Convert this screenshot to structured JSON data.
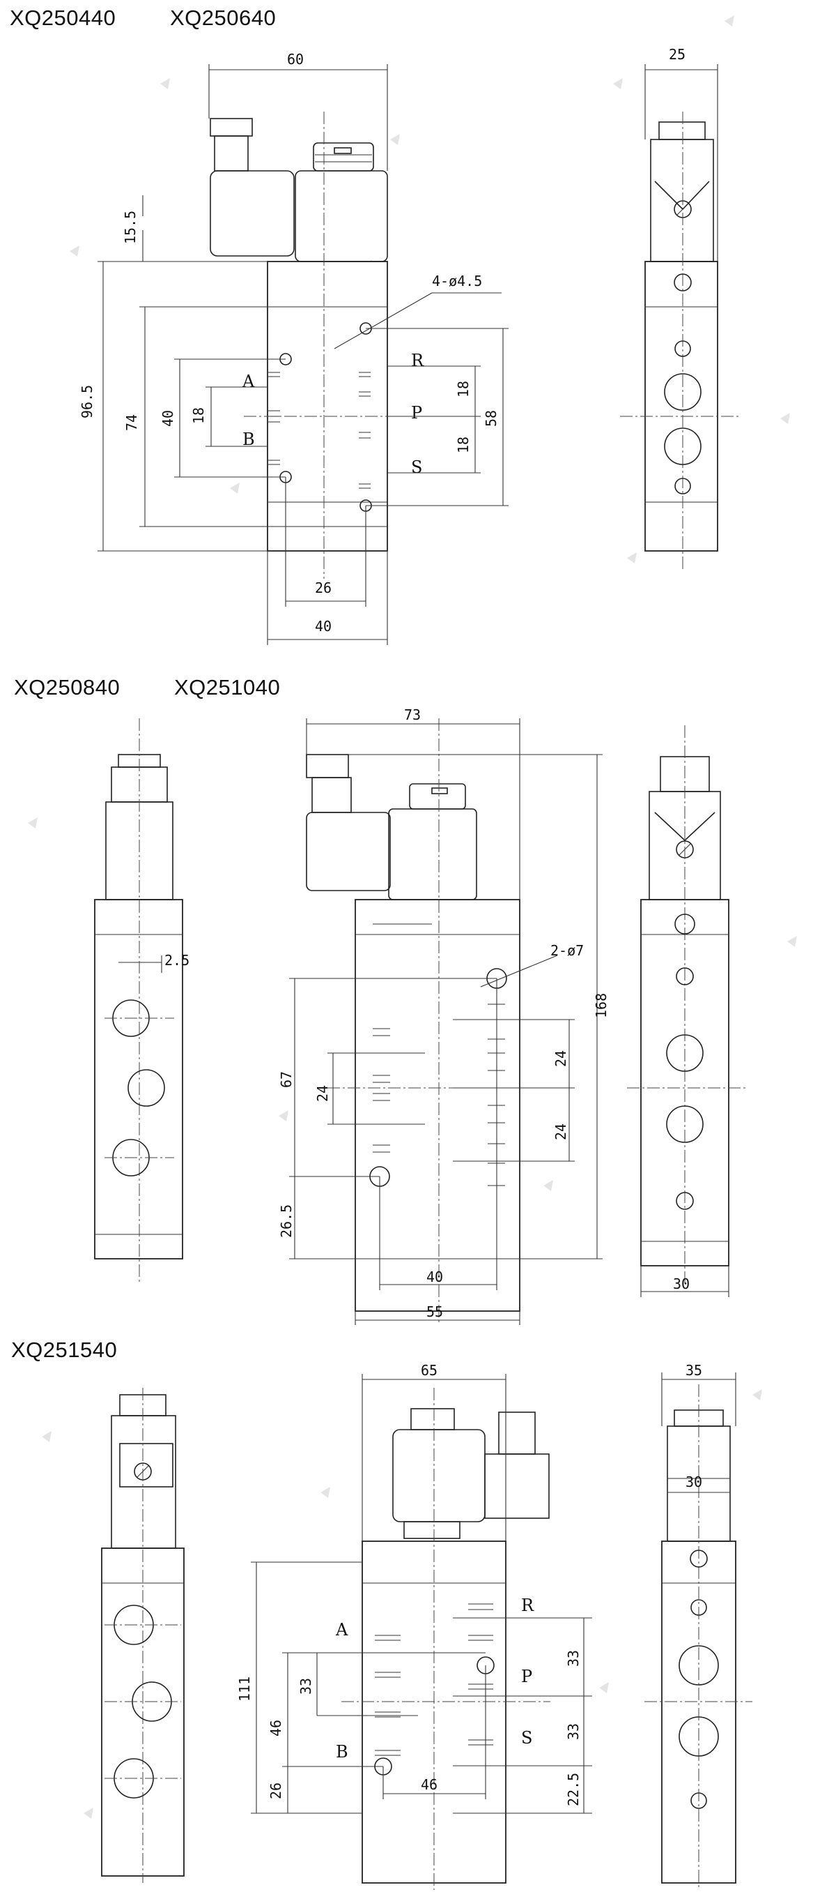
{
  "section1": {
    "models": [
      "XQ250440",
      "XQ250640"
    ],
    "dims": {
      "width_total": "60",
      "width_side": "25",
      "coil_offset": "15.5",
      "holes": "4-ø4.5",
      "height_total": "96.5",
      "height_body": "74",
      "span_40": "40",
      "pitch_18a": "18",
      "pitch_18b": "18",
      "pitch_18c": "18",
      "span_58": "58",
      "hole_span": "26",
      "base_width": "40"
    },
    "ports": [
      "A",
      "B",
      "R",
      "P",
      "S"
    ]
  },
  "section2": {
    "models": [
      "XQ250840",
      "XQ251040"
    ],
    "dims": {
      "width_total": "73",
      "offset": "2.5",
      "holes": "2-ø7",
      "height_total": "168",
      "span_67": "67",
      "pitch_24a": "24",
      "pitch_24b": "24",
      "pitch_24c": "24",
      "bottom_26_5": "26.5",
      "hole_span": "40",
      "base_width": "55",
      "side_width": "30"
    }
  },
  "section3": {
    "models": [
      "XQ251540"
    ],
    "dims": {
      "width_total": "65",
      "width_side": "35",
      "coil_width": "30",
      "height_total": "111",
      "span_46a": "46",
      "pitch_33a": "33",
      "bottom_26": "26",
      "hole_span": "46",
      "pitch_33b": "33",
      "pitch_33c": "33",
      "bottom_22_5": "22.5"
    },
    "ports": [
      "A",
      "B",
      "R",
      "P",
      "S"
    ]
  }
}
